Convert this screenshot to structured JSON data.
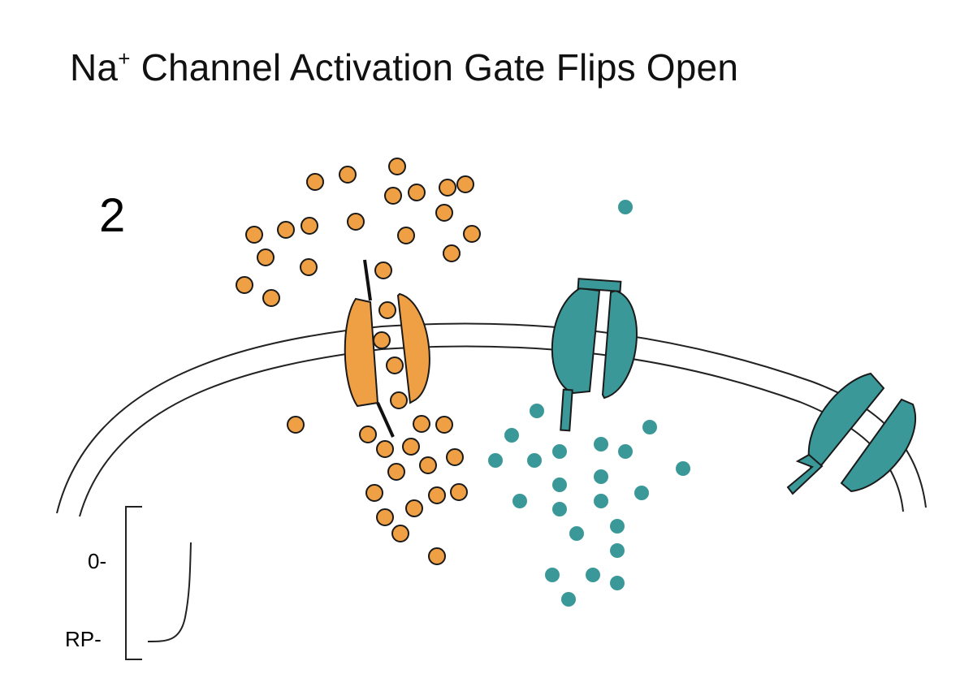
{
  "title": {
    "prefix": "Na",
    "superscript": "+",
    "rest": " Channel Activation Gate Flips Open"
  },
  "step_number": "2",
  "graph": {
    "zero_label": "0-",
    "rest_label": "RP-"
  },
  "colors": {
    "sodium": "#f0a044",
    "potassium": "#3a9898",
    "stroke": "#1a1a1a",
    "membrane": "#222222"
  }
}
